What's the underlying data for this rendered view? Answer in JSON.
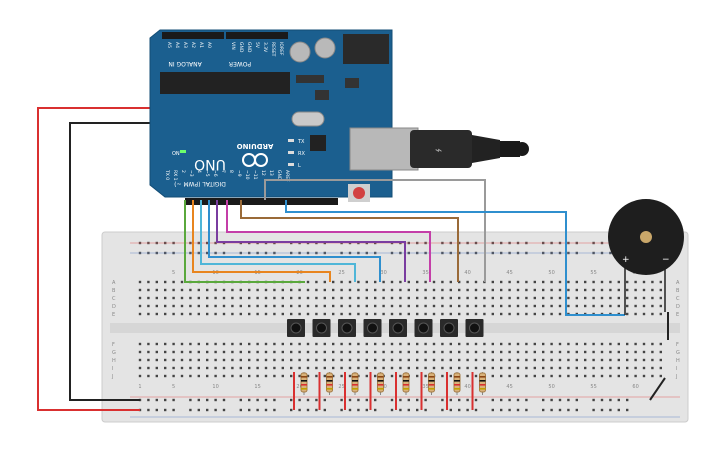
{
  "arduino": {
    "board_name": "UNO",
    "brand": "ARDUINO",
    "label_analog_in": "ANALOG IN",
    "label_power": "POWER",
    "label_digital": "DIGITAL (PWM ~)",
    "label_on": "ON",
    "analog_pins": [
      "A5",
      "A4",
      "A3",
      "A2",
      "A1",
      "A0"
    ],
    "power_pins": [
      "VIN",
      "GND",
      "GND",
      "5V",
      "3.3V",
      "RESET",
      "IOREF"
    ],
    "digital_pins": [
      "TX 0",
      "RX 1",
      "2",
      "~3",
      "4",
      "~5",
      "~6",
      "7",
      "8",
      "~9",
      "~10",
      "~11",
      "12",
      "13",
      "GND",
      "AREF"
    ],
    "led_labels": [
      "TX",
      "RX",
      "L"
    ]
  },
  "breadboard": {
    "row_letters_top": [
      "A",
      "B",
      "C",
      "D",
      "E"
    ],
    "row_letters_bottom": [
      "F",
      "G",
      "H",
      "I",
      "J"
    ],
    "column_numbers_top": [
      "5",
      "10",
      "15",
      "20",
      "25",
      "30",
      "35",
      "40",
      "45",
      "50",
      "55",
      "60"
    ],
    "column_numbers_bottom": [
      "1",
      "5",
      "10",
      "15",
      "20",
      "25",
      "30",
      "35",
      "40",
      "45",
      "50",
      "55",
      "60"
    ]
  },
  "buzzer": {
    "plus_label": "+",
    "minus_label": "−"
  },
  "counts": {
    "pushbuttons": 8,
    "resistors": 8
  },
  "colors": {
    "arduino_blue": "#1b5f8f",
    "breadboard": "#e6e6e6",
    "wire_red": "#d93030",
    "wire_black": "#222222",
    "wire_green": "#5aa83c",
    "wire_orange": "#e8851f",
    "wire_blue_light": "#4fb6d8",
    "wire_purple": "#7a3ca0",
    "wire_magenta": "#c43ea8",
    "wire_brown": "#9a6a38",
    "wire_gray": "#9a9a9a",
    "wire_blue": "#2f8fce"
  }
}
